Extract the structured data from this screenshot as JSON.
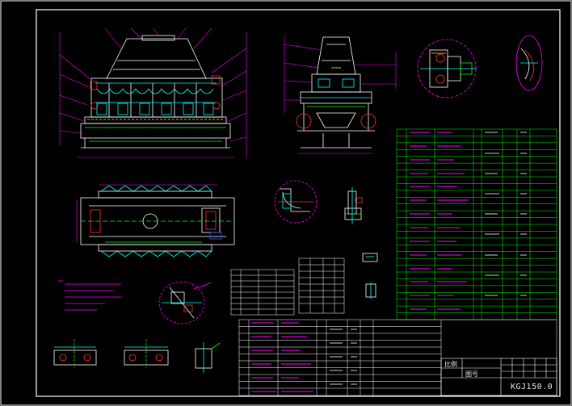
{
  "drawing": {
    "code": "KGJ150.0",
    "background": "#000000",
    "border_color": "#ffffff",
    "colors": {
      "structure": "#ffffff",
      "leader": "#ff00ff",
      "detail": "#00ffff",
      "highlight": "#00ff00",
      "accent_red": "#ff3333",
      "accent_yellow": "#ffff00",
      "accent_blue": "#3355ff"
    }
  },
  "title_block": {
    "label_a": "比例",
    "label_b": "图号"
  },
  "bom": {
    "rows_right": 28,
    "rows_bottom": 11
  }
}
